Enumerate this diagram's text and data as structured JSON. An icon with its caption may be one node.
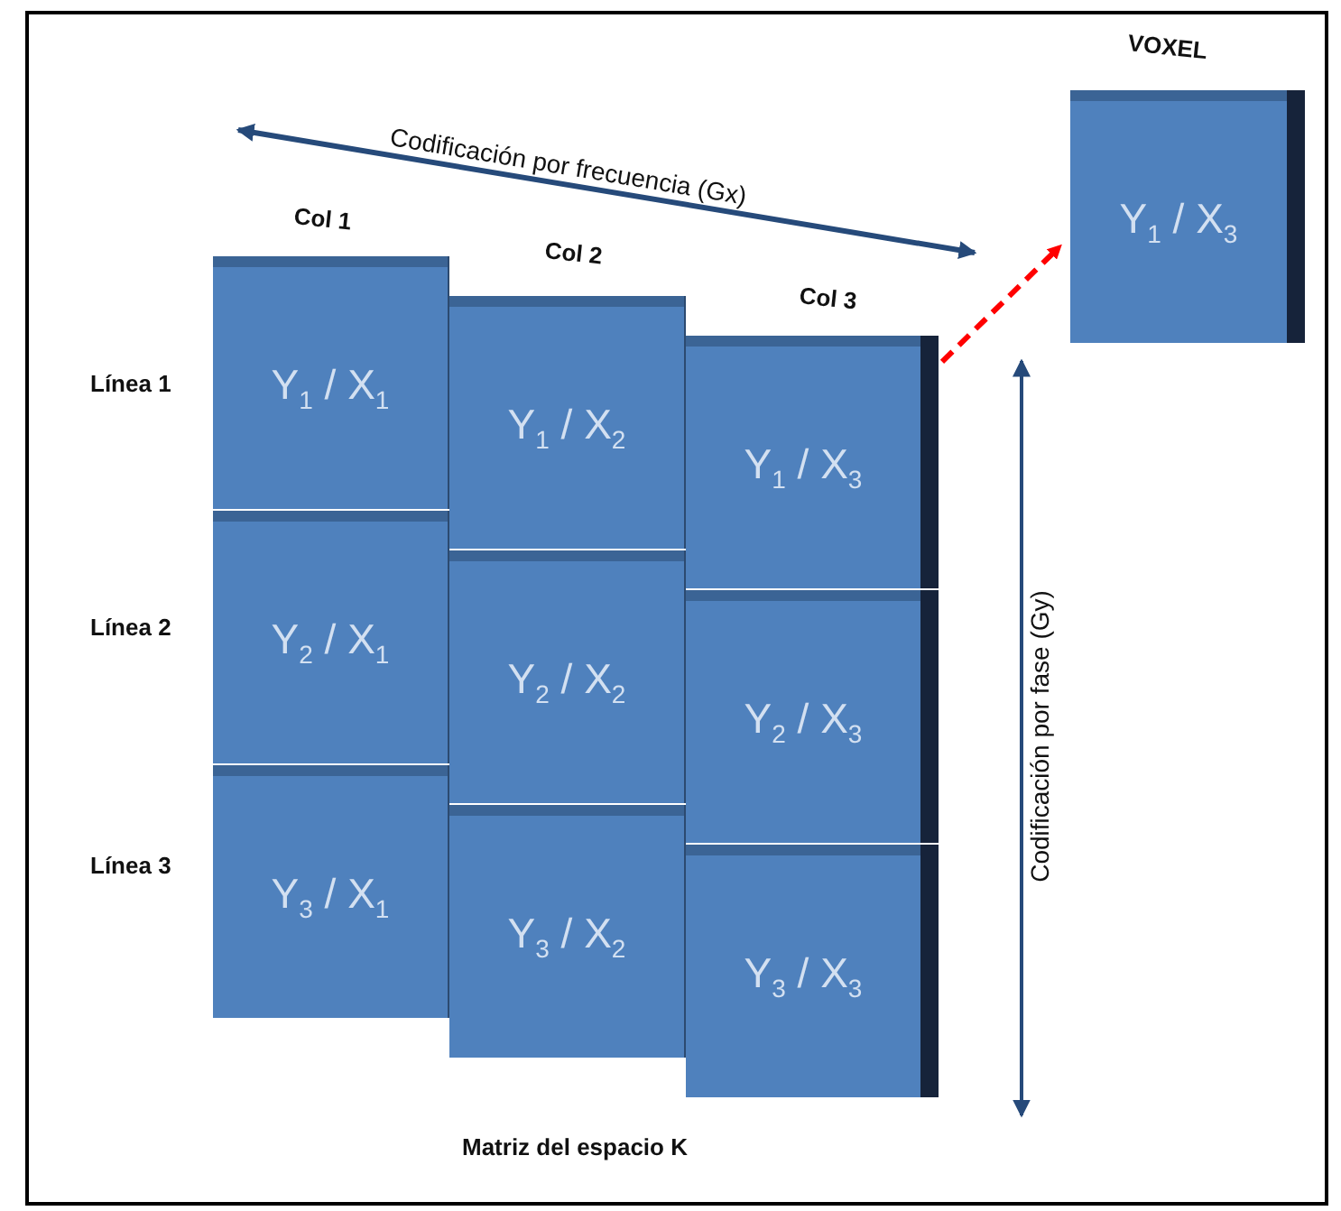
{
  "diagram": {
    "caption": "Matriz del espacio K",
    "nodes": [
      {
        "text": [
          "Y$_{1}$ / X$_{1}$"
        ]
      },
      {
        "text": [
          "Y$_{1}$ / X$_{2}$"
        ]
      },
      {
        "text": [
          "Y$_{1}$ / X$_{3}$"
        ]
      },
      {
        "text": [
          "Y$_{2}$ / X$_{1}$"
        ]
      },
      {
        "text": [
          "Y$_{2}$ / X$_{2}$"
        ]
      },
      {
        "text": [
          "Y$_{2}$ / X$_{3}$"
        ]
      },
      {
        "text": [
          "Y$_{3}$ / X$_{1}$"
        ]
      },
      {
        "text": [
          "Y$_{3}$ / X$_{2}$"
        ]
      },
      {
        "text": [
          "Y$_{3}$ / X$_{3}$"
        ]
      },
      {
        "text": [
          "Y$_{1}$ / X$_{3}$"
        ],
        "beside": [
          "VOXEL"
        ]
      }
    ],
    "edges": [
      {
        "from": 2,
        "to": 9,
        "arrow": "to",
        "style": "dashed",
        "color": "#ff0000"
      }
    ],
    "labels": [
      "Codificación por frecuencia (Gx)",
      "Col 1",
      "Col 2",
      "Col 3",
      "Línea 1",
      "Línea 2",
      "Línea 3",
      "Codificación por fase (Gy)"
    ]
  }
}
